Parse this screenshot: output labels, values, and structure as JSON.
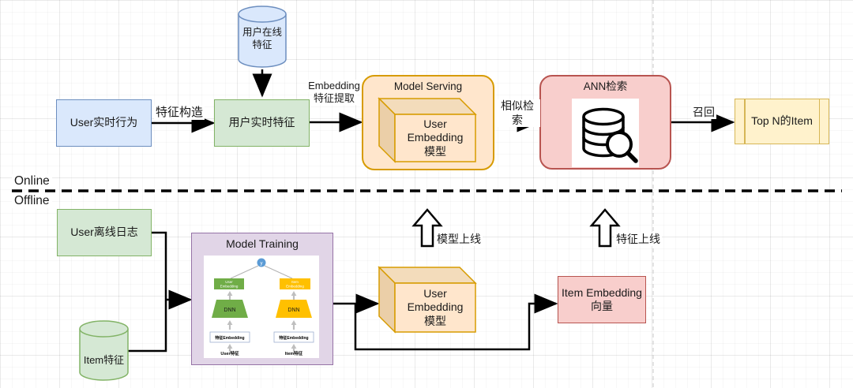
{
  "zones": {
    "online_label": "Online",
    "offline_label": "Offline"
  },
  "nodes": {
    "user_realtime_behavior": "User实时行为",
    "user_realtime_feature": "用户实时特征",
    "user_online_feature": {
      "line1": "用户在线",
      "line2": "特征"
    },
    "model_serving_title": "Model Serving",
    "user_embedding_model_online": {
      "line1": "User Embedding",
      "line2": "模型"
    },
    "ann_title": "ANN检索",
    "top_n_item": "Top N的Item",
    "user_offline_log": "User离线日志",
    "item_feature_store": "Item特征",
    "model_training_title": "Model Training",
    "user_embedding_model_offline": {
      "line1": "User Embedding",
      "line2": "模型"
    },
    "item_embedding_vector": {
      "line1": "Item Embedding",
      "line2": "向量"
    }
  },
  "edges": {
    "feature_construct": "特征构造",
    "embedding_extract": {
      "line1": "Embedding",
      "line2": "特征提取"
    },
    "similar_search": "相似检索",
    "recall": "召回",
    "model_online": "模型上线",
    "feature_online": "特征上线"
  },
  "tower": {
    "output": "y",
    "user_emb_line1": "User",
    "user_emb_line2": "Embedding",
    "item_emb_line1": "Item",
    "item_emb_line2": "Embedding",
    "dnn_left": "DNN",
    "dnn_right": "DNN",
    "feat_emb_left": "特征Embedding",
    "feat_emb_right": "特征Embedding",
    "user_feature": "User特征",
    "item_feature": "Item特征"
  },
  "colors": {
    "blue_fill": "#dae8fc",
    "blue_stroke": "#6c8ebf",
    "green_fill": "#d5e8d4",
    "green_stroke": "#82b366",
    "orange_fill": "#ffe6cc",
    "orange_stroke": "#d79b00",
    "yellow_fill": "#fff2cc",
    "yellow_stroke": "#d6b656",
    "red_fill": "#f8cecc",
    "red_stroke": "#b85450",
    "purple_fill": "#e1d5e7",
    "purple_stroke": "#9673a6",
    "tower_green": "#70ad47",
    "tower_orange": "#ffc000",
    "tower_blue": "#5b9bd5"
  }
}
